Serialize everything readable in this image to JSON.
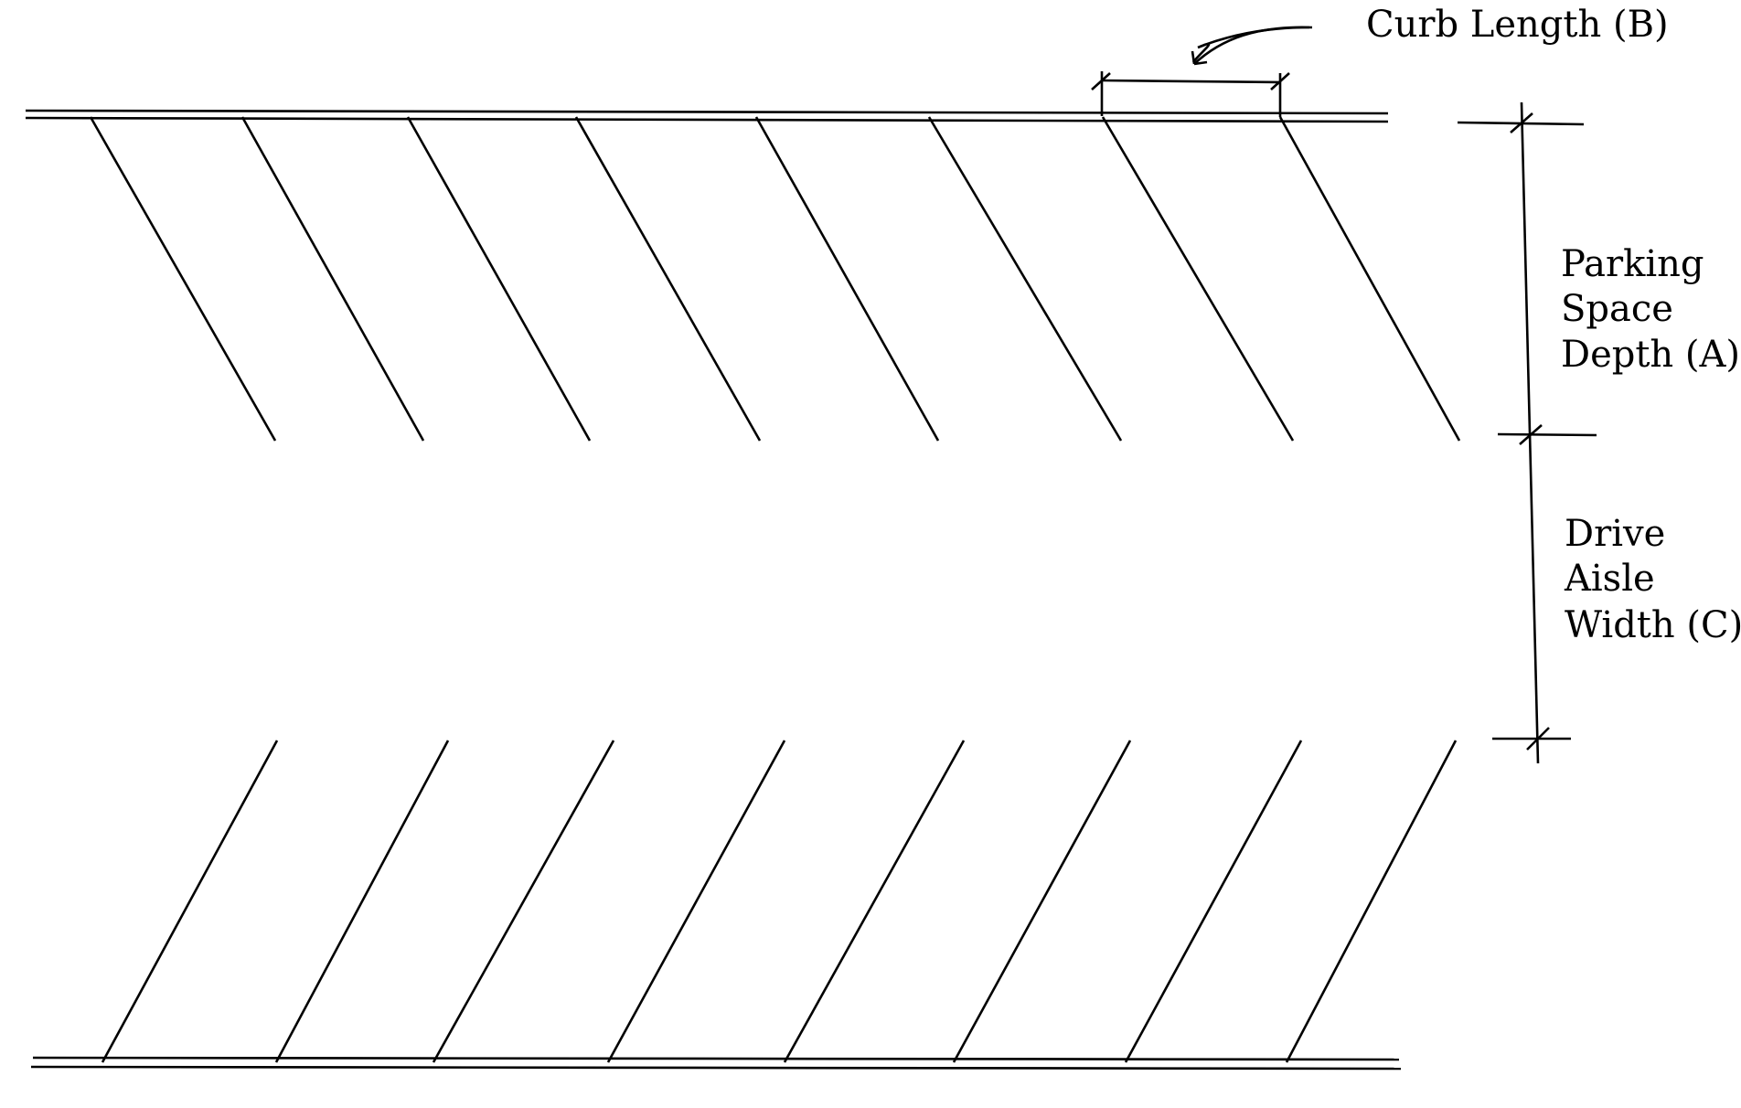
{
  "labels": {
    "curb_length": "Curb Length (B)",
    "parking_space_depth": [
      "Parking",
      "Space",
      "Depth (A)"
    ],
    "drive_aisle_width": [
      "Drive",
      "Aisle",
      "Width (C)"
    ]
  },
  "stall_rows": {
    "top_stall_lines": 8,
    "bottom_stall_lines": 8
  },
  "colors": {
    "ink": "#000000",
    "background": "#ffffff"
  }
}
